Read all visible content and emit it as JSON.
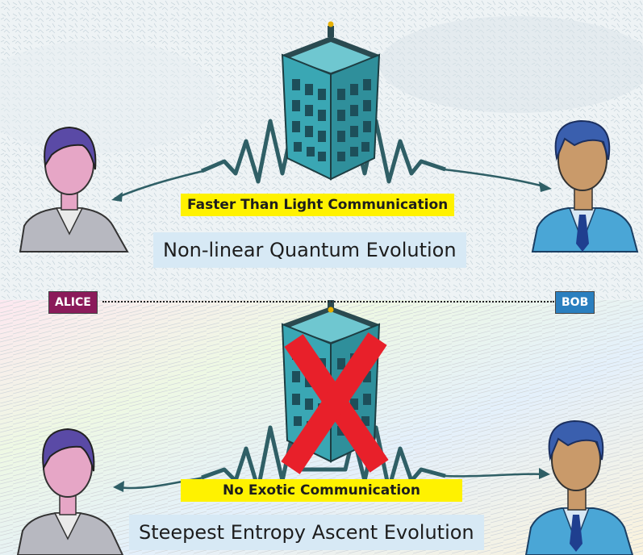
{
  "top": {
    "banner": "Faster Than Light Communication",
    "title": "Non-linear Quantum Evolution"
  },
  "bottom": {
    "banner": "No Exotic Communication",
    "title": "Steepest Entropy Ascent Evolution"
  },
  "parties": {
    "left": "ALICE",
    "right": "BOB"
  },
  "colors": {
    "banner_yellow": "#fff200",
    "title_blue": "#d7e9f5",
    "alice_badge": "#8b1a5a",
    "bob_badge": "#2a7fbf",
    "cross_red": "#e8202a",
    "building_teal": "#3aa7b4",
    "signal_teal": "#2f5f66"
  },
  "icons": {
    "building": "building-icon",
    "alice": "woman-avatar-icon",
    "bob": "man-avatar-icon",
    "blocked": "red-x-icon"
  }
}
